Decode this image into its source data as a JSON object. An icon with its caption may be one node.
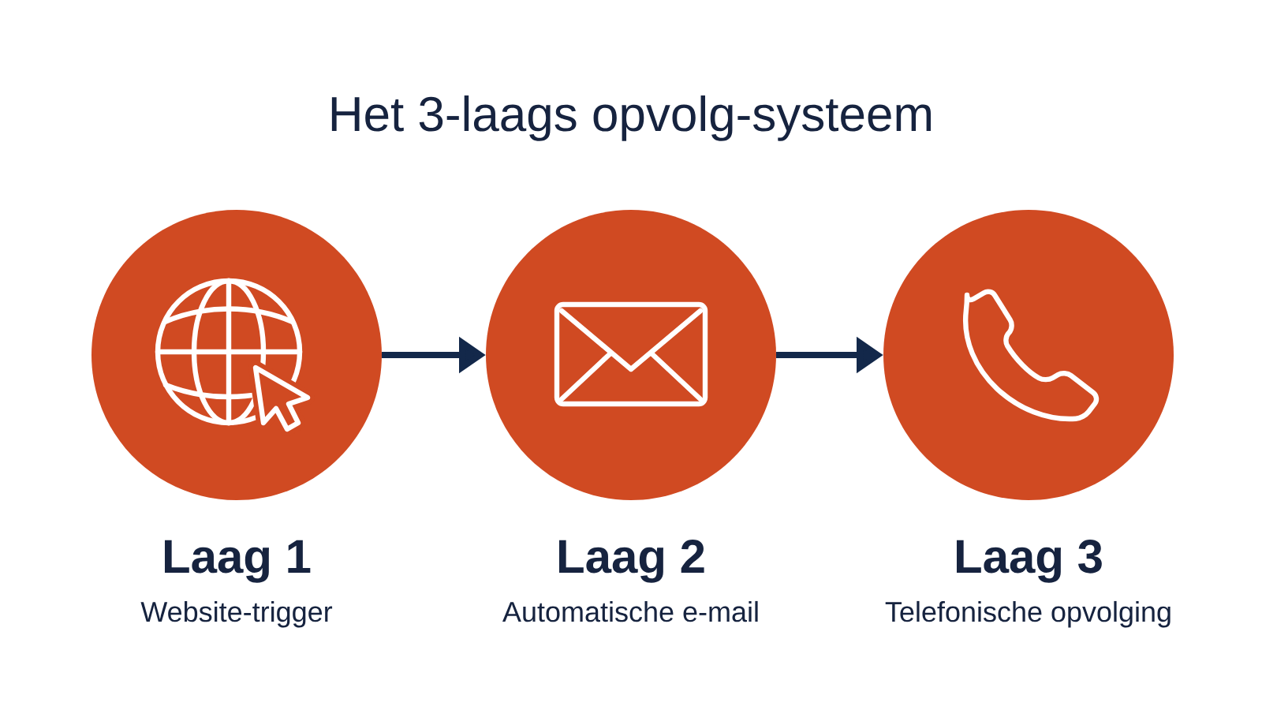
{
  "diagram": {
    "title": "Het 3-laags opvolg-systeem",
    "nodes": [
      {
        "text": [
          "Laag 1",
          "Website-trigger"
        ]
      },
      {
        "text": [
          "Laag 2",
          "Automatische e-mail"
        ]
      },
      {
        "text": [
          "Laag 3",
          "Telefonische opvolging"
        ]
      }
    ],
    "edges": [
      {
        "from": 0,
        "to": 1,
        "arrow": "to"
      },
      {
        "from": 1,
        "to": 2,
        "arrow": "to"
      }
    ]
  }
}
